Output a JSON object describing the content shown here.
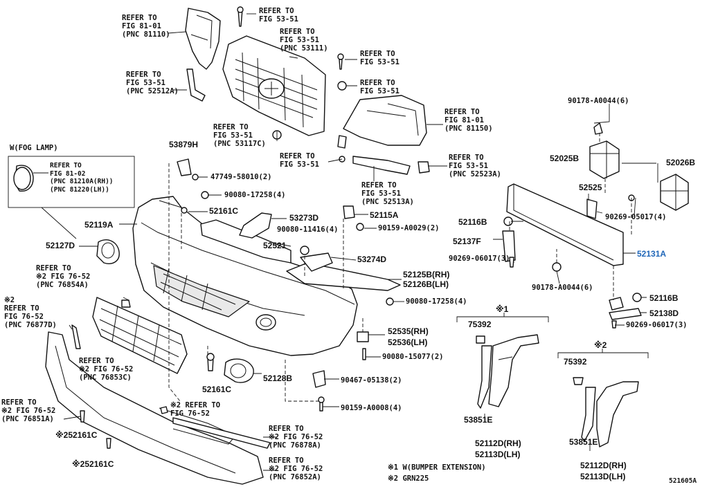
{
  "labels": {
    "ref_81110": "REFER TO\nFIG 81-01\n(PNC 81110)",
    "ref_53_51_a": "REFER TO\nFIG 53-51",
    "ref_53111": "REFER TO\nFIG 53-51\n(PNC 53111)",
    "ref_52512a": "REFER TO\nFIG 53-51\n(PNC 52512A)",
    "ref_53_51_b": "REFER TO\nFIG 53-51",
    "ref_53_51_c": "REFER TO\nFIG 53-51",
    "ref_81150": "REFER TO\nFIG 81-01\n(PNC 81150)",
    "ref_53117c": "REFER TO\nFIG 53-51\n(PNC 53117C)",
    "ref_53_51_d": "REFER TO\nFIG 53-51",
    "ref_52523a": "REFER TO\nFIG 53-51\n(PNC 52523A)",
    "ref_52513a": "REFER TO\nFIG 53-51\n(PNC 52513A)",
    "fog_title": "W(FOG LAMP)",
    "ref_fog": "REFER TO\nFIG 81-02\n(PNC 81210A(RH))\n(PNC 81220(LH))",
    "ref_76854a": "REFER TO\n※2 FIG 76-52\n(PNC 76854A)",
    "ref_76877d": "※2\nREFER TO\nFIG 76-52\n(PNC 76877D)",
    "ref_76853c": "REFER TO\n※2 FIG 76-52\n(PNC 76853C)",
    "ref_76851a": "REFER TO\n※2 FIG 76-52\n(PNC 76851A)",
    "ref_76_52": "※2 REFER TO\nFIG 76-52",
    "ref_76878a": "REFER TO\n※2 FIG 76-52\n(PNC 76878A)",
    "ref_76852a": "REFER TO\n※2 FIG 76-52\n(PNC 76852A)",
    "p_53879h": "53879H",
    "p_47749": "47749-58010(2)",
    "p_90080_17258_a": "90080-17258(4)",
    "p_52161c_a": "52161C",
    "p_52119a": "52119A",
    "p_52127d": "52127D",
    "p_53273d": "53273D",
    "p_52115a": "52115A",
    "p_90080_11416": "90080-11416(4)",
    "p_90159_a0029": "90159-A0029(2)",
    "p_52521": "52521",
    "p_53274d": "53274D",
    "p_52125b": "52125B(RH)",
    "p_52126b": "52126B(LH)",
    "p_90080_17258_b": "90080-17258(4)",
    "p_52535": "52535(RH)",
    "p_52536": "52536(LH)",
    "p_90080_15077": "90080-15077(2)",
    "p_52128b": "52128B",
    "p_52161c_b": "52161C",
    "p_90467": "90467-05138(2)",
    "p_90159_a0008": "90159-A0008(4)",
    "p_52161c_c": "※252161C",
    "p_52161c_d": "※252161C",
    "p_90178_top": "90178-A0044(6)",
    "p_52025b": "52025B",
    "p_52026b": "52026B",
    "p_52525": "52525",
    "p_52116b_a": "52116B",
    "p_90269_05017": "90269-05017(4)",
    "p_52137f": "52137F",
    "p_90269_06017_a": "90269-06017(3)",
    "p_52131a": "52131A",
    "p_90178_bot": "90178-A0044(6)",
    "p_52116b_b": "52116B",
    "p_52138d": "52138D",
    "p_90269_06017_b": "90269-06017(3)",
    "mark1": "※1",
    "mark2": "※2",
    "p_75392_a": "75392",
    "p_75392_b": "75392",
    "p_53851e_a": "53851E",
    "p_53851e_b": "53851E",
    "p_52112d_a": "52112D(RH)",
    "p_52113d_a": "52113D(LH)",
    "p_52112d_b": "52112D(RH)",
    "p_52113d_b": "52113D(LH)",
    "note1": "※1 W(BUMPER EXTENSION)",
    "note2": "※2 GRN225",
    "fig_id": "521605A"
  }
}
